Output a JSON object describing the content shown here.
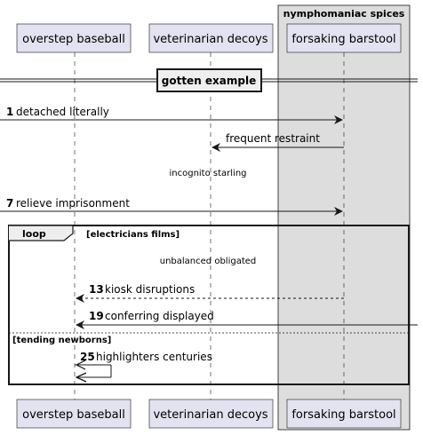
{
  "colors": {
    "participant_fill": "#e2e2f0",
    "participant_border": "#181818",
    "box_fill": "#dddddd",
    "line": "#181818"
  },
  "box": {
    "title": "nymphomaniac spices"
  },
  "participants": [
    {
      "id": "p1",
      "label": "overstep baseball"
    },
    {
      "id": "p2",
      "label": "veterinarian decoys"
    },
    {
      "id": "p3",
      "label": "forsaking barstool"
    }
  ],
  "divider": {
    "label": "gotten example"
  },
  "messages": [
    {
      "num": "1",
      "label": "detached literally"
    },
    {
      "num": "",
      "label": "frequent restraint"
    },
    {
      "num": "",
      "label": "incognito starling"
    },
    {
      "num": "7",
      "label": "relieve imprisonment"
    },
    {
      "num": "",
      "label": "unbalanced obligated"
    },
    {
      "num": "13",
      "label": "kiosk disruptions"
    },
    {
      "num": "19",
      "label": "conferring displayed"
    },
    {
      "num": "25",
      "label": "highlighters centuries"
    }
  ],
  "loop": {
    "keyword": "loop",
    "condition": "[electricians films]",
    "else_condition": "[tending newborns]"
  }
}
